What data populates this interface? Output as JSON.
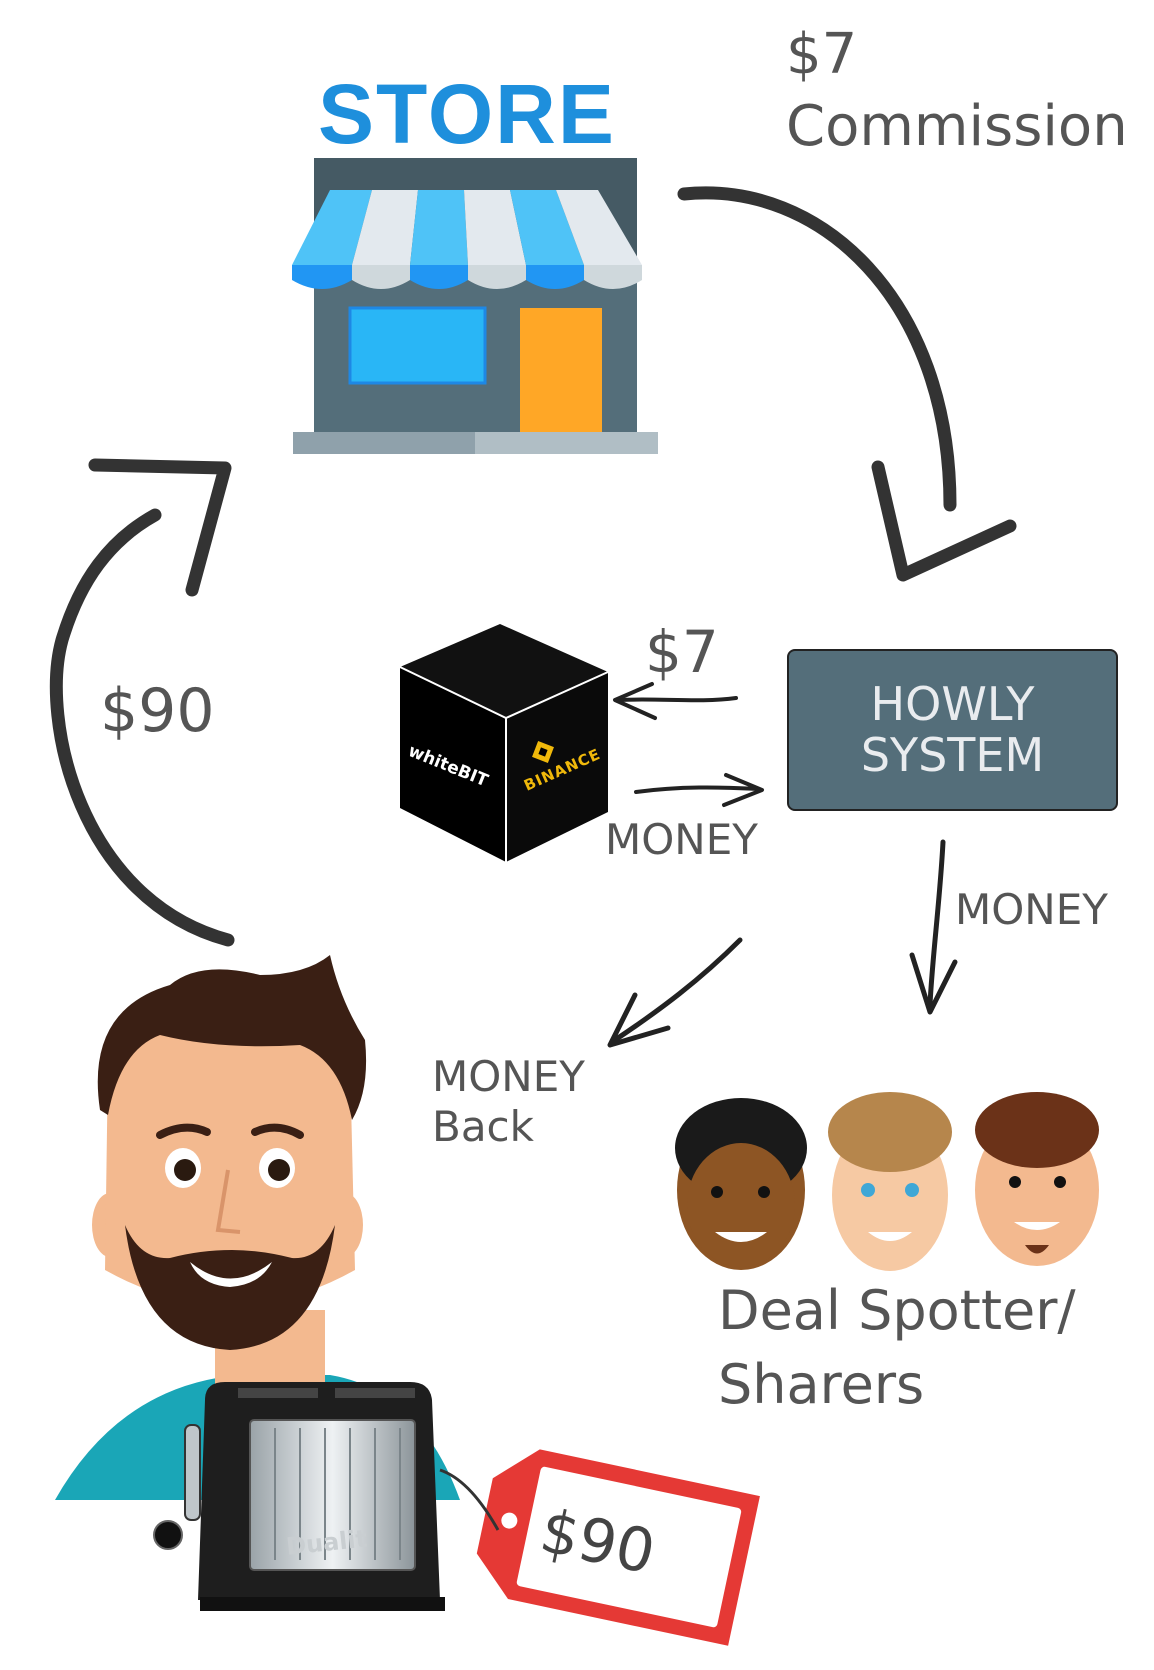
{
  "store": {
    "title": "STORE"
  },
  "commission": {
    "amount": "$7",
    "label": "Commission"
  },
  "howly": {
    "line1": "HOWLY",
    "line2": "SYSTEM"
  },
  "exchange": {
    "amount": "$7",
    "money_label": "MONEY",
    "logo1": "whiteBIT",
    "logo2": "BINANCE"
  },
  "purchase": {
    "amount": "$90"
  },
  "money_down": {
    "label": "MONEY"
  },
  "money_back": {
    "line1": "MONEY",
    "line2": "Back"
  },
  "sharers": {
    "line1": "Deal Spotter/",
    "line2": "Sharers"
  },
  "price_tag": {
    "amount": "$90"
  },
  "toaster": {
    "brand": "Dualit"
  },
  "colors": {
    "store_blue": "#1e8fdc",
    "awning_blue": "#4fc3f7",
    "awning_white": "#e3e9ee",
    "store_wall": "#546e7a",
    "door_orange": "#ffa726",
    "window_blue": "#29b6f6",
    "box_fill": "#546e7a",
    "tag_red": "#e53935",
    "arrow": "#333333"
  }
}
